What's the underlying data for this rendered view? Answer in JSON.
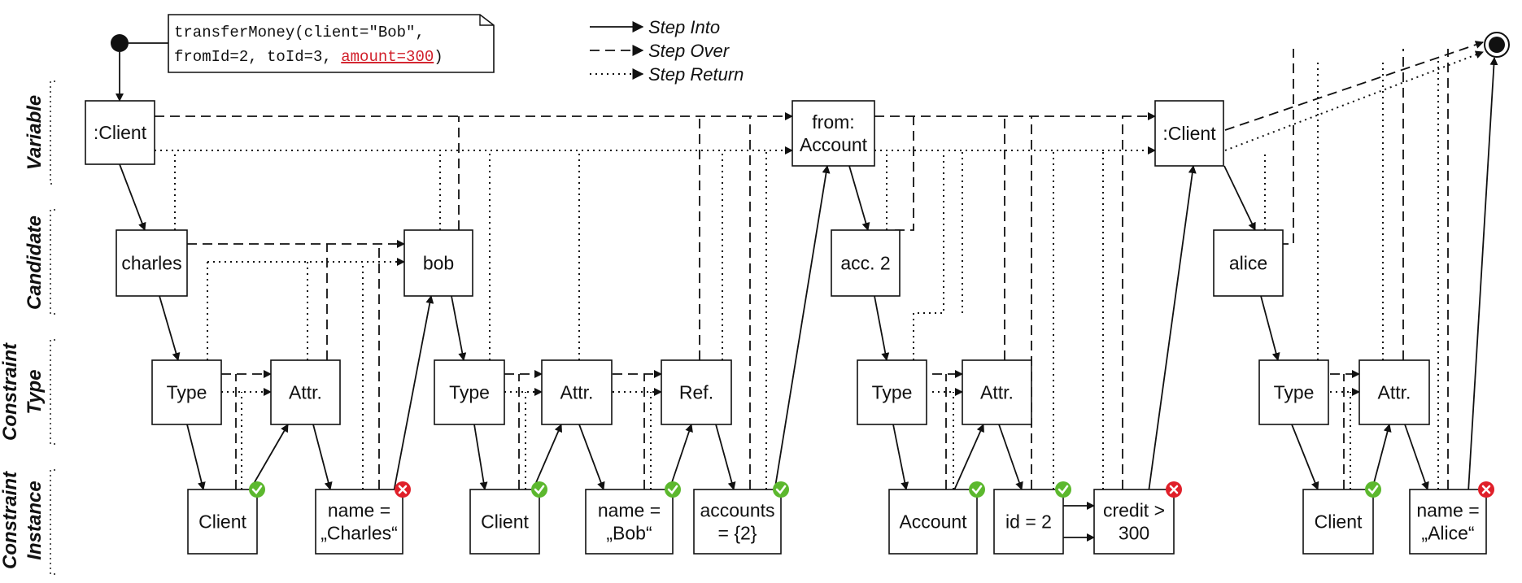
{
  "call_note": {
    "line1": "transferMoney(client=\"Bob\",",
    "line2_prefix": "fromId=2, toId=3, ",
    "line2_highlight": "amount=300",
    "line2_suffix": ")",
    "highlight_color": "#d11f2a"
  },
  "legend": {
    "step_into": "Step Into",
    "step_over": "Step Over",
    "step_return": "Step Return"
  },
  "row_labels": {
    "variable": "Variable",
    "candidate": "Candidate",
    "constraint_type": [
      "Constraint",
      "Type"
    ],
    "constraint_instance": [
      "Constraint",
      "Instance"
    ]
  },
  "nodes": {
    "client1": [
      ":Client"
    ],
    "charles": [
      "charles"
    ],
    "type1": [
      "Type"
    ],
    "attr1": [
      "Attr."
    ],
    "client_inst1": [
      "Client"
    ],
    "name_charles": [
      "name =",
      "„Charles“"
    ],
    "bob": [
      "bob"
    ],
    "type2": [
      "Type"
    ],
    "attr2": [
      "Attr."
    ],
    "ref2": [
      "Ref."
    ],
    "client_inst2": [
      "Client"
    ],
    "name_bob": [
      "name =",
      "„Bob“"
    ],
    "accounts": [
      "accounts",
      "= {2}"
    ],
    "from_account": [
      "from:",
      "Account"
    ],
    "acc2": [
      "acc. 2"
    ],
    "type3": [
      "Type"
    ],
    "attr3": [
      "Attr."
    ],
    "account_inst": [
      "Account"
    ],
    "id2": [
      "id = 2"
    ],
    "credit": [
      "credit >",
      "300"
    ],
    "client2": [
      ":Client"
    ],
    "alice": [
      "alice"
    ],
    "type4": [
      "Type"
    ],
    "attr4": [
      "Attr."
    ],
    "client_inst4": [
      "Client"
    ],
    "name_alice": [
      "name =",
      "„Alice“"
    ]
  },
  "status": {
    "client_inst1": "pass",
    "name_charles": "fail",
    "client_inst2": "pass",
    "name_bob": "pass",
    "accounts": "pass",
    "account_inst": "pass",
    "id2": "pass",
    "credit": "fail",
    "client_inst4": "pass",
    "name_alice": "fail"
  },
  "colors": {
    "pass": "#5cb82e",
    "fail": "#e0202a"
  }
}
